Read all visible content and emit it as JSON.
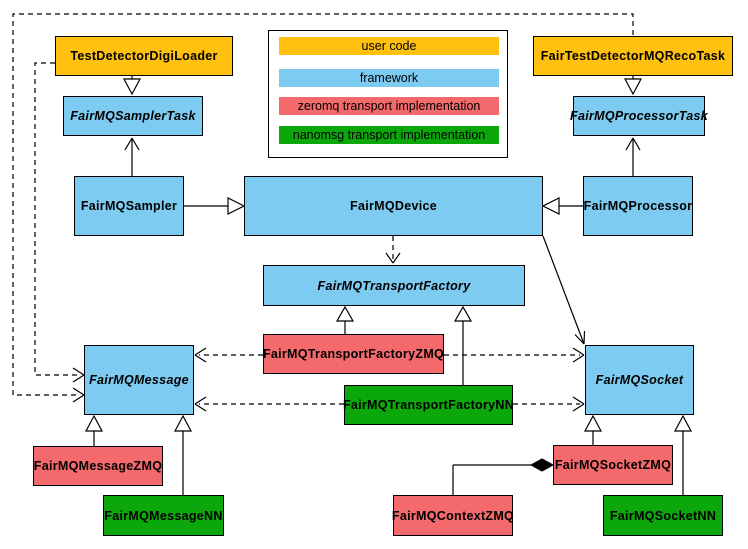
{
  "diagram": {
    "kind": "uml-class-diagram",
    "palette": {
      "user_code": "#FFC10E",
      "framework": "#7DCBF0",
      "zeromq": "#F4696B",
      "nanomsg": "#0BA70B",
      "line": "#000000",
      "background": "#FFFFFF"
    }
  },
  "legend": {
    "items": [
      {
        "label": "user code",
        "color": "#FFC10E"
      },
      {
        "label": "framework",
        "color": "#7DCBF0"
      },
      {
        "label": "zeromq transport implementation",
        "color": "#F4696B"
      },
      {
        "label": "nanomsg transport implementation",
        "color": "#0BA70B"
      }
    ]
  },
  "nodes": {
    "digiLoader": {
      "label": "TestDetectorDigiLoader",
      "category": "user code"
    },
    "recoTask": {
      "label": "FairTestDetectorMQRecoTask",
      "category": "user code"
    },
    "samplerTask": {
      "label": "FairMQSamplerTask",
      "category": "framework",
      "abstract": true
    },
    "processorTask": {
      "label": "FairMQProcessorTask",
      "category": "framework",
      "abstract": true
    },
    "sampler": {
      "label": "FairMQSampler",
      "category": "framework"
    },
    "device": {
      "label": "FairMQDevice",
      "category": "framework"
    },
    "processor": {
      "label": "FairMQProcessor",
      "category": "framework"
    },
    "transportFactory": {
      "label": "FairMQTransportFactory",
      "category": "framework",
      "abstract": true
    },
    "transportFactoryZMQ": {
      "label": "FairMQTransportFactoryZMQ",
      "category": "zeromq"
    },
    "transportFactoryNN": {
      "label": "FairMQTransportFactoryNN",
      "category": "nanomsg"
    },
    "message": {
      "label": "FairMQMessage",
      "category": "framework",
      "abstract": true
    },
    "socket": {
      "label": "FairMQSocket",
      "category": "framework",
      "abstract": true
    },
    "messageZMQ": {
      "label": "FairMQMessageZMQ",
      "category": "zeromq"
    },
    "messageNN": {
      "label": "FairMQMessageNN",
      "category": "nanomsg"
    },
    "contextZMQ": {
      "label": "FairMQContextZMQ",
      "category": "zeromq"
    },
    "socketZMQ": {
      "label": "FairMQSocketZMQ",
      "category": "zeromq"
    },
    "socketNN": {
      "label": "FairMQSocketNN",
      "category": "nanomsg"
    }
  },
  "edges": [
    {
      "from": "TestDetectorDigiLoader",
      "to": "FairMQSamplerTask",
      "type": "inheritance"
    },
    {
      "from": "FairTestDetectorMQRecoTask",
      "to": "FairMQProcessorTask",
      "type": "inheritance"
    },
    {
      "from": "FairMQSampler",
      "to": "FairMQDevice",
      "type": "inheritance"
    },
    {
      "from": "FairMQProcessor",
      "to": "FairMQDevice",
      "type": "inheritance"
    },
    {
      "from": "FairMQTransportFactoryZMQ",
      "to": "FairMQTransportFactory",
      "type": "inheritance"
    },
    {
      "from": "FairMQTransportFactoryNN",
      "to": "FairMQTransportFactory",
      "type": "inheritance"
    },
    {
      "from": "FairMQMessageZMQ",
      "to": "FairMQMessage",
      "type": "inheritance"
    },
    {
      "from": "FairMQMessageNN",
      "to": "FairMQMessage",
      "type": "inheritance"
    },
    {
      "from": "FairMQSocketZMQ",
      "to": "FairMQSocket",
      "type": "inheritance"
    },
    {
      "from": "FairMQSocketNN",
      "to": "FairMQSocket",
      "type": "inheritance"
    },
    {
      "from": "FairMQSampler",
      "to": "FairMQSamplerTask",
      "type": "association"
    },
    {
      "from": "FairMQProcessor",
      "to": "FairMQProcessorTask",
      "type": "association"
    },
    {
      "from": "FairMQDevice",
      "to": "FairMQSocket",
      "type": "association"
    },
    {
      "from": "FairMQDevice",
      "to": "FairMQTransportFactory",
      "type": "dependency"
    },
    {
      "from": "TestDetectorDigiLoader",
      "to": "FairMQMessage",
      "type": "dependency"
    },
    {
      "from": "FairTestDetectorMQRecoTask",
      "to": "FairMQMessage",
      "type": "dependency"
    },
    {
      "from": "FairMQTransportFactoryZMQ",
      "to": "FairMQMessage",
      "type": "dependency"
    },
    {
      "from": "FairMQTransportFactoryZMQ",
      "to": "FairMQSocket",
      "type": "dependency"
    },
    {
      "from": "FairMQTransportFactoryNN",
      "to": "FairMQMessage",
      "type": "dependency"
    },
    {
      "from": "FairMQTransportFactoryNN",
      "to": "FairMQSocket",
      "type": "dependency"
    },
    {
      "from": "FairMQSocketZMQ",
      "to": "FairMQContextZMQ",
      "type": "composition"
    }
  ]
}
